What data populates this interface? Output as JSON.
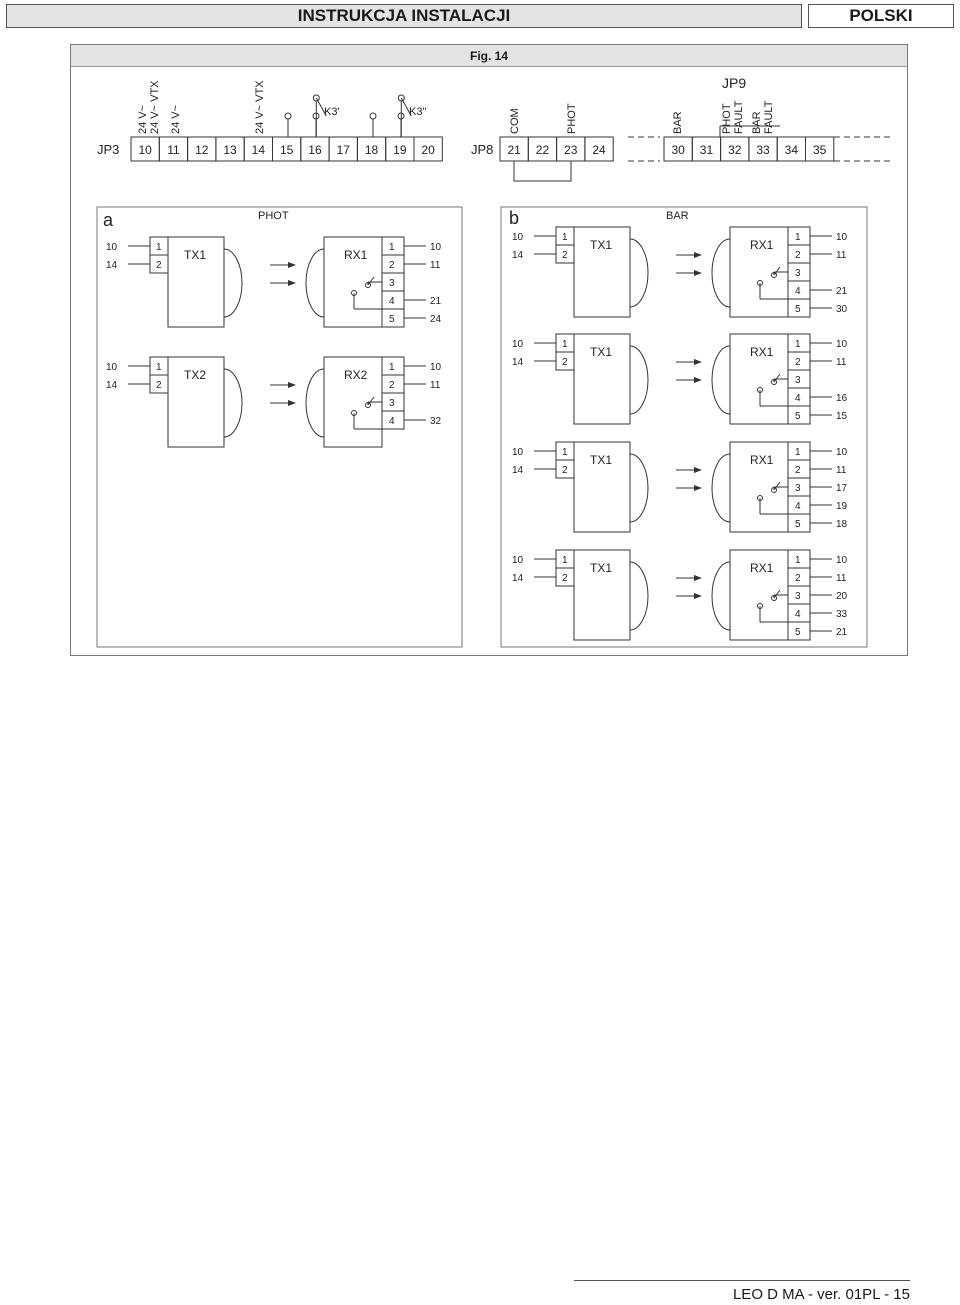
{
  "header": {
    "title": "INSTRUKCJA INSTALACJI",
    "language": "POLSKI"
  },
  "figure": {
    "title": "Fig. 14"
  },
  "jp3": {
    "label": "JP3",
    "terminals": [
      "10",
      "11",
      "12",
      "13",
      "14",
      "15",
      "16",
      "17",
      "18",
      "19",
      "20"
    ],
    "top_labels": [
      "24 V~",
      "24 V~ VTX",
      "24 V~",
      "24 V~ VTX"
    ],
    "relays": [
      "K3'",
      "K3''"
    ]
  },
  "jp8": {
    "label": "JP8",
    "terminals": [
      "21",
      "22",
      "23",
      "24"
    ],
    "top_labels": [
      "COM",
      "PHOT"
    ]
  },
  "jp9": {
    "label": "JP9",
    "terminals": [
      "30",
      "31",
      "32",
      "33",
      "34",
      "35"
    ],
    "top_labels": [
      "BAR",
      "PHOT FAULT",
      "BAR FAULT"
    ]
  },
  "panel_a": {
    "letter": "a",
    "title": "PHOT",
    "units": [
      {
        "tx": "TX1",
        "rx": "RX1",
        "tx_terms": [
          "10",
          "14"
        ],
        "tx_pins": [
          "1",
          "2"
        ],
        "rx_pins": [
          "1",
          "2",
          "3",
          "4",
          "5"
        ],
        "rx_terms": [
          "10",
          "11",
          "21",
          "24"
        ]
      },
      {
        "tx": "TX2",
        "rx": "RX2",
        "tx_terms": [
          "10",
          "14"
        ],
        "tx_pins": [
          "1",
          "2"
        ],
        "rx_pins": [
          "1",
          "2",
          "3",
          "4"
        ],
        "rx_terms": [
          "10",
          "11",
          "32"
        ]
      }
    ]
  },
  "panel_b": {
    "letter": "b",
    "title": "BAR",
    "units": [
      {
        "tx": "TX1",
        "rx": "RX1",
        "tx_terms": [
          "10",
          "14"
        ],
        "tx_pins": [
          "1",
          "2"
        ],
        "rx_pins": [
          "1",
          "2",
          "3",
          "4",
          "5"
        ],
        "rx_terms": [
          "10",
          "11",
          "21",
          "30"
        ]
      },
      {
        "tx": "TX1",
        "rx": "RX1",
        "tx_terms": [
          "10",
          "14"
        ],
        "tx_pins": [
          "1",
          "2"
        ],
        "rx_pins": [
          "1",
          "2",
          "3",
          "4",
          "5"
        ],
        "rx_terms": [
          "10",
          "11",
          "16",
          "15"
        ]
      },
      {
        "tx": "TX1",
        "rx": "RX1",
        "tx_terms": [
          "10",
          "14"
        ],
        "tx_pins": [
          "1",
          "2"
        ],
        "rx_pins": [
          "1",
          "2",
          "3",
          "4",
          "5"
        ],
        "rx_terms": [
          "10",
          "11",
          "17",
          "19",
          "18"
        ]
      },
      {
        "tx": "TX1",
        "rx": "RX1",
        "tx_terms": [
          "10",
          "14"
        ],
        "tx_pins": [
          "1",
          "2"
        ],
        "rx_pins": [
          "1",
          "2",
          "3",
          "4",
          "5"
        ],
        "rx_terms": [
          "10",
          "11",
          "20",
          "33",
          "21"
        ]
      }
    ]
  },
  "footer": {
    "text": "LEO D MA - ver. 01PL - 15"
  }
}
